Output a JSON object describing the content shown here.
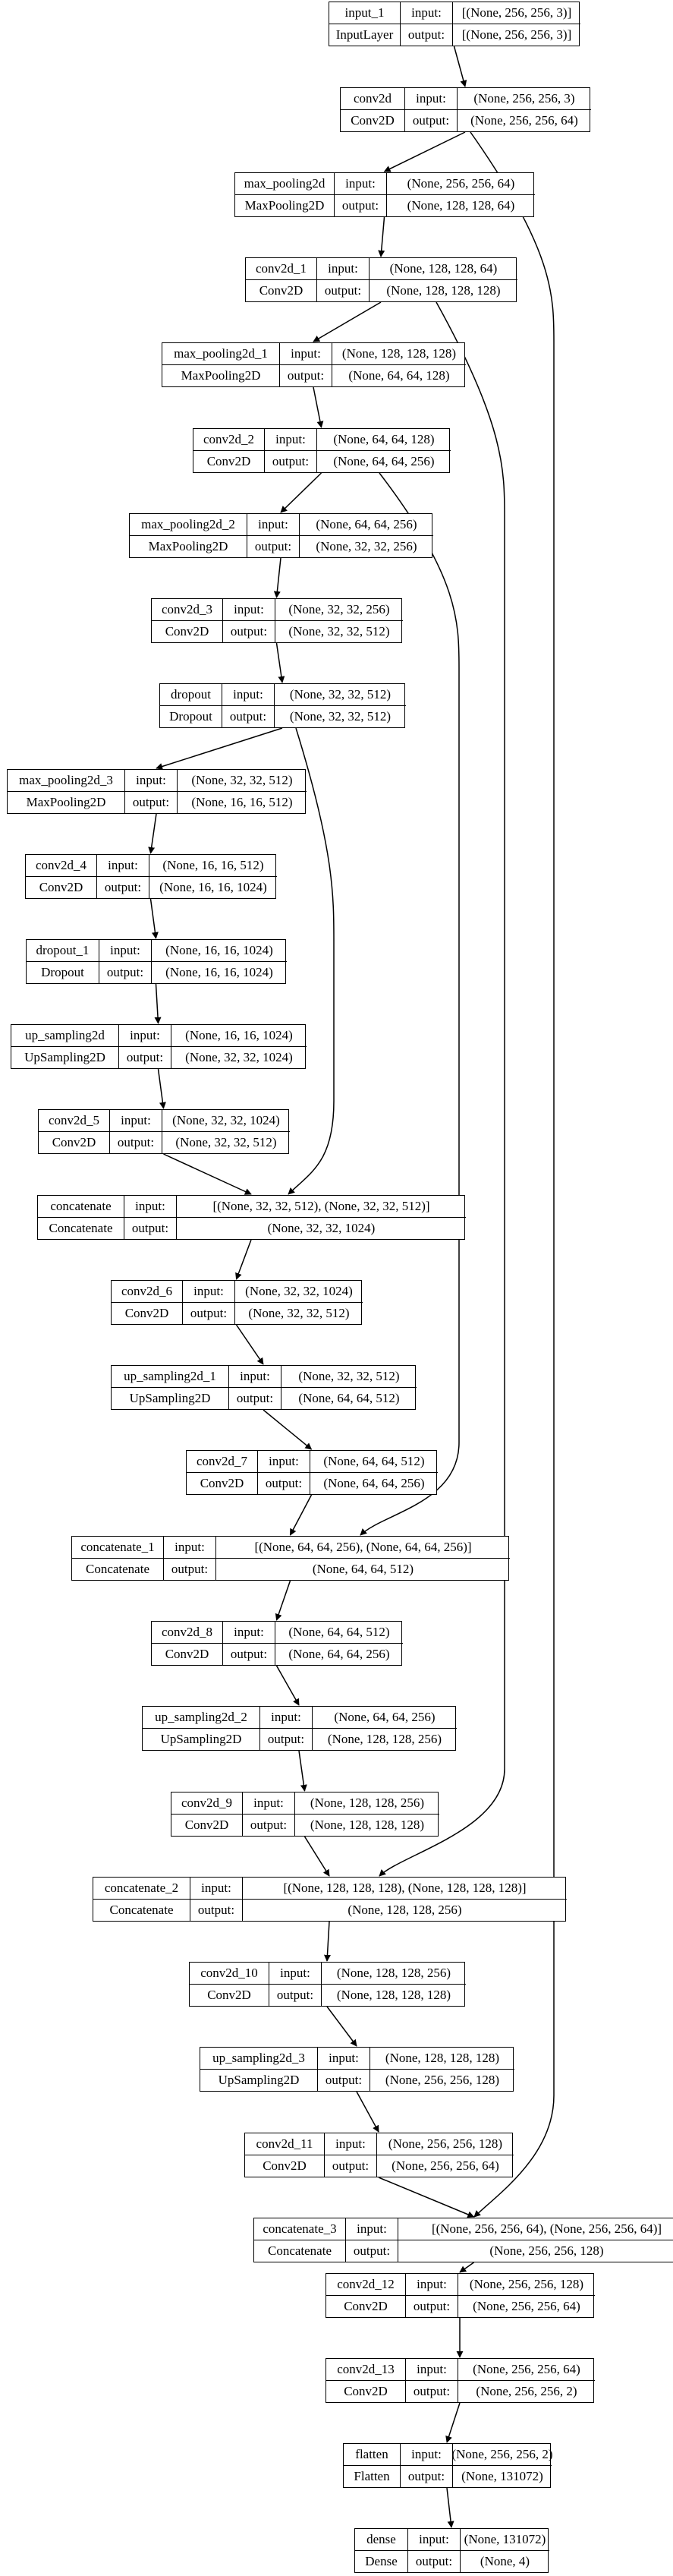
{
  "nodes": [
    {
      "id": "input_1",
      "name": "input_1",
      "type": "InputLayer",
      "input": "[(None, 256, 256, 3)]",
      "output": "[(None, 256, 256, 3)]"
    },
    {
      "id": "conv2d",
      "name": "conv2d",
      "type": "Conv2D",
      "input": "(None, 256, 256, 3)",
      "output": "(None, 256, 256, 64)"
    },
    {
      "id": "max_pooling2d",
      "name": "max_pooling2d",
      "type": "MaxPooling2D",
      "input": "(None, 256, 256, 64)",
      "output": "(None, 128, 128, 64)"
    },
    {
      "id": "conv2d_1",
      "name": "conv2d_1",
      "type": "Conv2D",
      "input": "(None, 128, 128, 64)",
      "output": "(None, 128, 128, 128)"
    },
    {
      "id": "max_pooling2d_1",
      "name": "max_pooling2d_1",
      "type": "MaxPooling2D",
      "input": "(None, 128, 128, 128)",
      "output": "(None, 64, 64, 128)"
    },
    {
      "id": "conv2d_2",
      "name": "conv2d_2",
      "type": "Conv2D",
      "input": "(None, 64, 64, 128)",
      "output": "(None, 64, 64, 256)"
    },
    {
      "id": "max_pooling2d_2",
      "name": "max_pooling2d_2",
      "type": "MaxPooling2D",
      "input": "(None, 64, 64, 256)",
      "output": "(None, 32, 32, 256)"
    },
    {
      "id": "conv2d_3",
      "name": "conv2d_3",
      "type": "Conv2D",
      "input": "(None, 32, 32, 256)",
      "output": "(None, 32, 32, 512)"
    },
    {
      "id": "dropout",
      "name": "dropout",
      "type": "Dropout",
      "input": "(None, 32, 32, 512)",
      "output": "(None, 32, 32, 512)"
    },
    {
      "id": "max_pooling2d_3",
      "name": "max_pooling2d_3",
      "type": "MaxPooling2D",
      "input": "(None, 32, 32, 512)",
      "output": "(None, 16, 16, 512)"
    },
    {
      "id": "conv2d_4",
      "name": "conv2d_4",
      "type": "Conv2D",
      "input": "(None, 16, 16, 512)",
      "output": "(None, 16, 16, 1024)"
    },
    {
      "id": "dropout_1",
      "name": "dropout_1",
      "type": "Dropout",
      "input": "(None, 16, 16, 1024)",
      "output": "(None, 16, 16, 1024)"
    },
    {
      "id": "up_sampling2d",
      "name": "up_sampling2d",
      "type": "UpSampling2D",
      "input": "(None, 16, 16, 1024)",
      "output": "(None, 32, 32, 1024)"
    },
    {
      "id": "conv2d_5",
      "name": "conv2d_5",
      "type": "Conv2D",
      "input": "(None, 32, 32, 1024)",
      "output": "(None, 32, 32, 512)"
    },
    {
      "id": "concatenate",
      "name": "concatenate",
      "type": "Concatenate",
      "input": "[(None, 32, 32, 512), (None, 32, 32, 512)]",
      "output": "(None, 32, 32, 1024)"
    },
    {
      "id": "conv2d_6",
      "name": "conv2d_6",
      "type": "Conv2D",
      "input": "(None, 32, 32, 1024)",
      "output": "(None, 32, 32, 512)"
    },
    {
      "id": "up_sampling2d_1",
      "name": "up_sampling2d_1",
      "type": "UpSampling2D",
      "input": "(None, 32, 32, 512)",
      "output": "(None, 64, 64, 512)"
    },
    {
      "id": "conv2d_7",
      "name": "conv2d_7",
      "type": "Conv2D",
      "input": "(None, 64, 64, 512)",
      "output": "(None, 64, 64, 256)"
    },
    {
      "id": "concatenate_1",
      "name": "concatenate_1",
      "type": "Concatenate",
      "input": "[(None, 64, 64, 256), (None, 64, 64, 256)]",
      "output": "(None, 64, 64, 512)"
    },
    {
      "id": "conv2d_8",
      "name": "conv2d_8",
      "type": "Conv2D",
      "input": "(None, 64, 64, 512)",
      "output": "(None, 64, 64, 256)"
    },
    {
      "id": "up_sampling2d_2",
      "name": "up_sampling2d_2",
      "type": "UpSampling2D",
      "input": "(None, 64, 64, 256)",
      "output": "(None, 128, 128, 256)"
    },
    {
      "id": "conv2d_9",
      "name": "conv2d_9",
      "type": "Conv2D",
      "input": "(None, 128, 128, 256)",
      "output": "(None, 128, 128, 128)"
    },
    {
      "id": "concatenate_2",
      "name": "concatenate_2",
      "type": "Concatenate",
      "input": "[(None, 128, 128, 128), (None, 128, 128, 128)]",
      "output": "(None, 128, 128, 256)"
    },
    {
      "id": "conv2d_10",
      "name": "conv2d_10",
      "type": "Conv2D",
      "input": "(None, 128, 128, 256)",
      "output": "(None, 128, 128, 128)"
    },
    {
      "id": "up_sampling2d_3",
      "name": "up_sampling2d_3",
      "type": "UpSampling2D",
      "input": "(None, 128, 128, 128)",
      "output": "(None, 256, 256, 128)"
    },
    {
      "id": "conv2d_11",
      "name": "conv2d_11",
      "type": "Conv2D",
      "input": "(None, 256, 256, 128)",
      "output": "(None, 256, 256, 64)"
    },
    {
      "id": "concatenate_3",
      "name": "concatenate_3",
      "type": "Concatenate",
      "input": "[(None, 256, 256, 64), (None, 256, 256, 64)]",
      "output": "(None, 256, 256, 128)"
    },
    {
      "id": "conv2d_12",
      "name": "conv2d_12",
      "type": "Conv2D",
      "input": "(None, 256, 256, 128)",
      "output": "(None, 256, 256, 64)"
    },
    {
      "id": "conv2d_13",
      "name": "conv2d_13",
      "type": "Conv2D",
      "input": "(None, 256, 256, 64)",
      "output": "(None, 256, 256, 2)"
    },
    {
      "id": "flatten",
      "name": "flatten",
      "type": "Flatten",
      "input": "(None, 256, 256, 2)",
      "output": "(None, 131072)"
    },
    {
      "id": "dense",
      "name": "dense",
      "type": "Dense",
      "input": "(None, 131072)",
      "output": "(None, 4)"
    }
  ],
  "labels": {
    "input": "input:",
    "output": "output:"
  },
  "edges": [
    [
      "input_1",
      "conv2d"
    ],
    [
      "conv2d",
      "max_pooling2d"
    ],
    [
      "max_pooling2d",
      "conv2d_1"
    ],
    [
      "conv2d_1",
      "max_pooling2d_1"
    ],
    [
      "max_pooling2d_1",
      "conv2d_2"
    ],
    [
      "conv2d_2",
      "max_pooling2d_2"
    ],
    [
      "max_pooling2d_2",
      "conv2d_3"
    ],
    [
      "conv2d_3",
      "dropout"
    ],
    [
      "dropout",
      "max_pooling2d_3"
    ],
    [
      "max_pooling2d_3",
      "conv2d_4"
    ],
    [
      "conv2d_4",
      "dropout_1"
    ],
    [
      "dropout_1",
      "up_sampling2d"
    ],
    [
      "up_sampling2d",
      "conv2d_5"
    ],
    [
      "conv2d_5",
      "concatenate"
    ],
    [
      "dropout",
      "concatenate"
    ],
    [
      "concatenate",
      "conv2d_6"
    ],
    [
      "conv2d_6",
      "up_sampling2d_1"
    ],
    [
      "up_sampling2d_1",
      "conv2d_7"
    ],
    [
      "conv2d_7",
      "concatenate_1"
    ],
    [
      "conv2d_2",
      "concatenate_1"
    ],
    [
      "concatenate_1",
      "conv2d_8"
    ],
    [
      "conv2d_8",
      "up_sampling2d_2"
    ],
    [
      "up_sampling2d_2",
      "conv2d_9"
    ],
    [
      "conv2d_9",
      "concatenate_2"
    ],
    [
      "conv2d_1",
      "concatenate_2"
    ],
    [
      "concatenate_2",
      "conv2d_10"
    ],
    [
      "conv2d_10",
      "up_sampling2d_3"
    ],
    [
      "up_sampling2d_3",
      "conv2d_11"
    ],
    [
      "conv2d_11",
      "concatenate_3"
    ],
    [
      "conv2d",
      "concatenate_3"
    ],
    [
      "concatenate_3",
      "conv2d_12"
    ],
    [
      "conv2d_12",
      "conv2d_13"
    ],
    [
      "conv2d_13",
      "flatten"
    ],
    [
      "flatten",
      "dense"
    ]
  ]
}
